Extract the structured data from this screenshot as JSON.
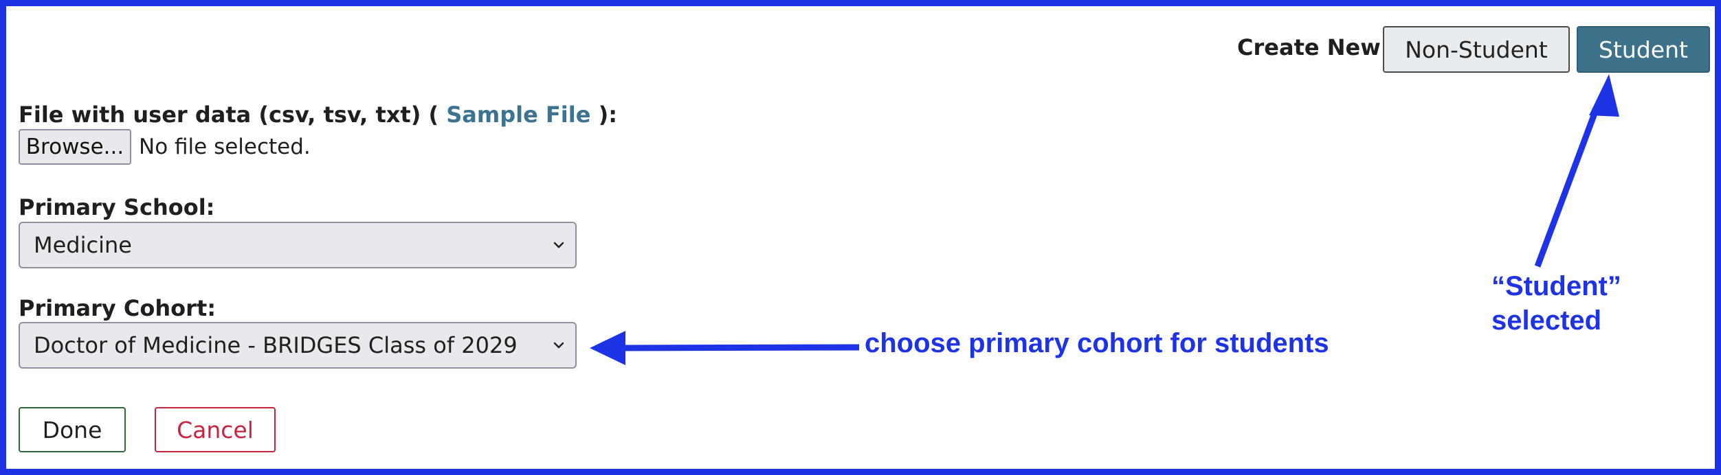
{
  "toolbar": {
    "create_new_label": "Create New:",
    "non_student_label": "Non-Student",
    "student_label": "Student"
  },
  "file_field": {
    "label_prefix": "File with user data (csv, tsv, txt) (",
    "sample_link": "Sample File",
    "label_suffix": "):",
    "browse_label": "Browse...",
    "status": "No file selected."
  },
  "primary_school": {
    "label": "Primary School:",
    "value": "Medicine"
  },
  "primary_cohort": {
    "label": "Primary Cohort:",
    "value": "Doctor of Medicine - BRIDGES Class of 2029"
  },
  "actions": {
    "done_label": "Done",
    "cancel_label": "Cancel"
  },
  "annotations": {
    "cohort_note": "choose primary cohort for students",
    "student_note_line1": "“Student”",
    "student_note_line2": "selected",
    "color": "#1e33e5"
  },
  "icons": {
    "select_arrow": "chevron-down-icon",
    "annotation_arrow": "arrow-icon"
  },
  "colors": {
    "frame": "#1e33e5",
    "student_button": "#3d728a",
    "link": "#3b7391",
    "cancel": "#c8233f",
    "done_border": "#2f6b3a"
  }
}
